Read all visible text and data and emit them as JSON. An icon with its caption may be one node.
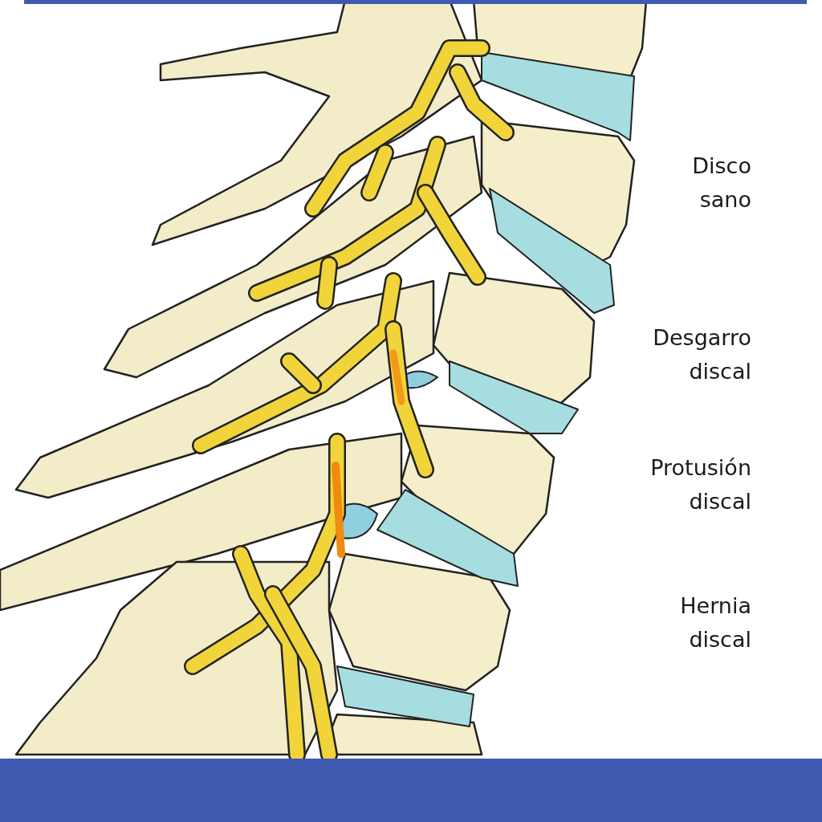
{
  "diagram": {
    "labels": [
      "Disco sano",
      "Desgarro discal",
      "Protusión discal",
      "Hernia discal"
    ]
  }
}
